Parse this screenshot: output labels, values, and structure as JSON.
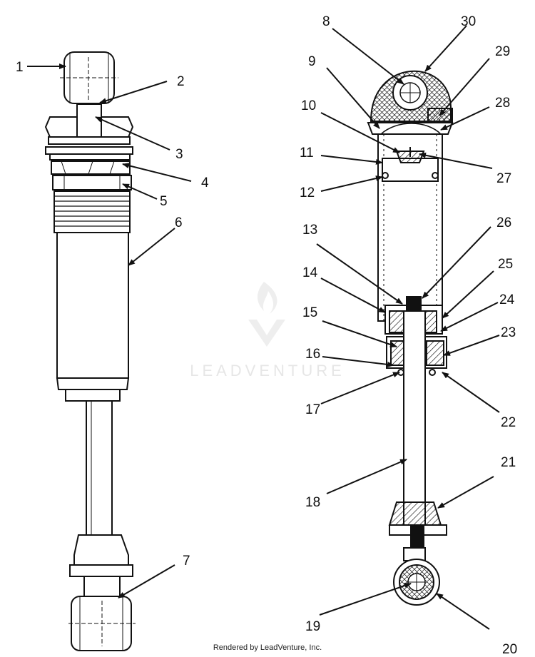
{
  "watermark": {
    "brand": "LEADVENTURE",
    "logo": "flame-v-logo"
  },
  "footer": {
    "credit": "Rendered by LeadVenture, Inc."
  },
  "callouts": [
    "1",
    "2",
    "3",
    "4",
    "5",
    "6",
    "7",
    "8",
    "9",
    "10",
    "11",
    "12",
    "13",
    "14",
    "15",
    "16",
    "17",
    "18",
    "19",
    "20",
    "21",
    "22",
    "23",
    "24",
    "25",
    "26",
    "27",
    "28",
    "29",
    "30"
  ],
  "colors": {
    "ink": "#111111",
    "watermark": "#e6e6e6",
    "background": "#ffffff"
  }
}
